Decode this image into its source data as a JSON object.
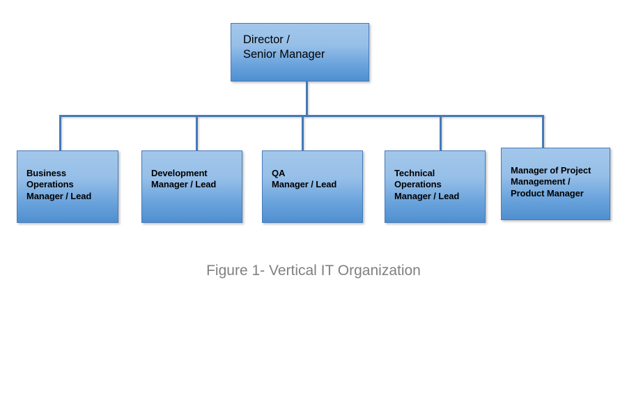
{
  "figure": {
    "caption": "Figure 1- Vertical IT Organization",
    "caption_color": "#808080",
    "background_color": "#ffffff"
  },
  "style": {
    "box_border_color": "#4579b8",
    "box_gradient_top": "#a3c7ea",
    "box_gradient_bottom": "#4f8fd0",
    "connector_color": "#4579b8",
    "text_color": "#000000"
  },
  "org_chart": {
    "type": "hierarchy",
    "root": {
      "label": "Director /\nSenior Manager",
      "lines": [
        "Director /",
        "Senior Manager"
      ]
    },
    "children": [
      {
        "label": "Business\nOperations\nManager / Lead",
        "lines": [
          "Business",
          "Operations",
          "Manager / Lead"
        ]
      },
      {
        "label": "Development\nManager / Lead",
        "lines": [
          "Development",
          "Manager / Lead"
        ]
      },
      {
        "label": "QA\nManager / Lead",
        "lines": [
          "QA",
          "Manager / Lead"
        ]
      },
      {
        "label": "Technical\nOperations\nManager / Lead",
        "lines": [
          "Technical",
          "Operations",
          "Manager / Lead"
        ]
      },
      {
        "label": "Manager of Project\nManagement /\nProduct Manager",
        "lines": [
          "Manager of Project",
          "Management /",
          "Product Manager"
        ]
      }
    ]
  }
}
